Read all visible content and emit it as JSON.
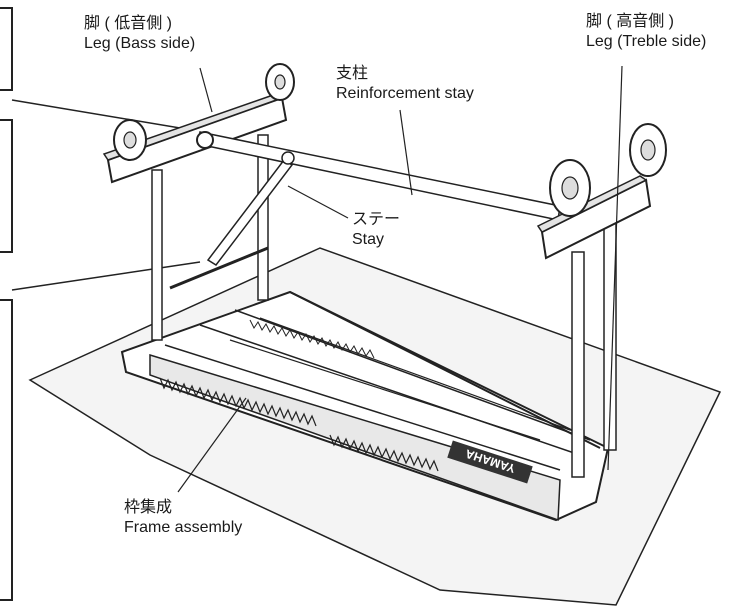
{
  "labels": {
    "leg_bass": {
      "jp": "脚 ( 低音側 )",
      "en": "Leg (Bass side)"
    },
    "leg_treble": {
      "jp": "脚 ( 高音側 )",
      "en": "Leg (Treble side)"
    },
    "reinforcement_stay": {
      "jp": "支柱",
      "en": "Reinforcement stay"
    },
    "stay": {
      "jp": "ステー",
      "en": "Stay"
    },
    "frame_assembly": {
      "jp": "枠集成",
      "en": "Frame assembly"
    }
  },
  "brand_mark": "YAMAHA",
  "colors": {
    "line": "#222222",
    "fill": "#ffffff",
    "shade": "#d8d8d8",
    "paper": "#f4f4f4"
  }
}
